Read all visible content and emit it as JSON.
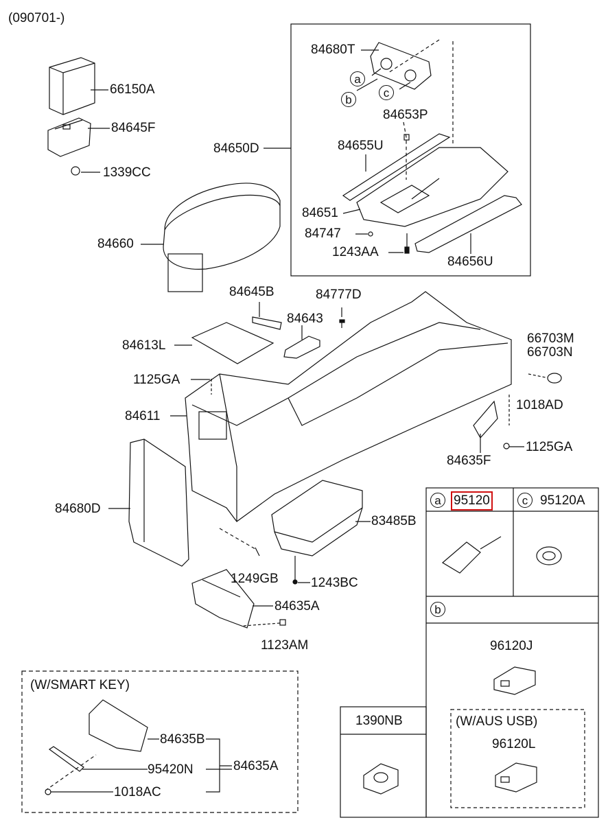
{
  "header": {
    "date_code": "(090701-)"
  },
  "callouts": {
    "a": "a",
    "b": "b",
    "c": "c"
  },
  "parts": {
    "p66150A": "66150A",
    "p84645F": "84645F",
    "p1339CC": "1339CC",
    "p84680T": "84680T",
    "p84653P": "84653P",
    "p84650D": "84650D",
    "p84655U": "84655U",
    "p84651": "84651",
    "p84747": "84747",
    "p1243AA": "1243AA",
    "p84656U": "84656U",
    "p84660": "84660",
    "p84645B": "84645B",
    "p84777D": "84777D",
    "p84643": "84643",
    "p84613L": "84613L",
    "p66703M": "66703M",
    "p66703N": "66703N",
    "p1125GA_a": "1125GA",
    "p84611": "84611",
    "p1018AD": "1018AD",
    "p84635F": "84635F",
    "p1125GA_b": "1125GA",
    "p84680D": "84680D",
    "p83485B": "83485B",
    "p1249GB": "1249GB",
    "p1243BC": "1243BC",
    "p84635A": "84635A",
    "p1123AM": "1123AM"
  },
  "smart_key": {
    "title": "(W/SMART KEY)",
    "p84635B": "84635B",
    "p95420N": "95420N",
    "p84635A": "84635A",
    "p1018AC": "1018AC"
  },
  "table": {
    "a_part": "95120",
    "c_part": "95120A",
    "b_part": "96120J",
    "aus_usb_title": "(W/AUS  USB)",
    "aus_usb_part": "96120L",
    "p1390NB": "1390NB"
  },
  "colors": {
    "highlight": "#d01010",
    "line": "#111111"
  }
}
